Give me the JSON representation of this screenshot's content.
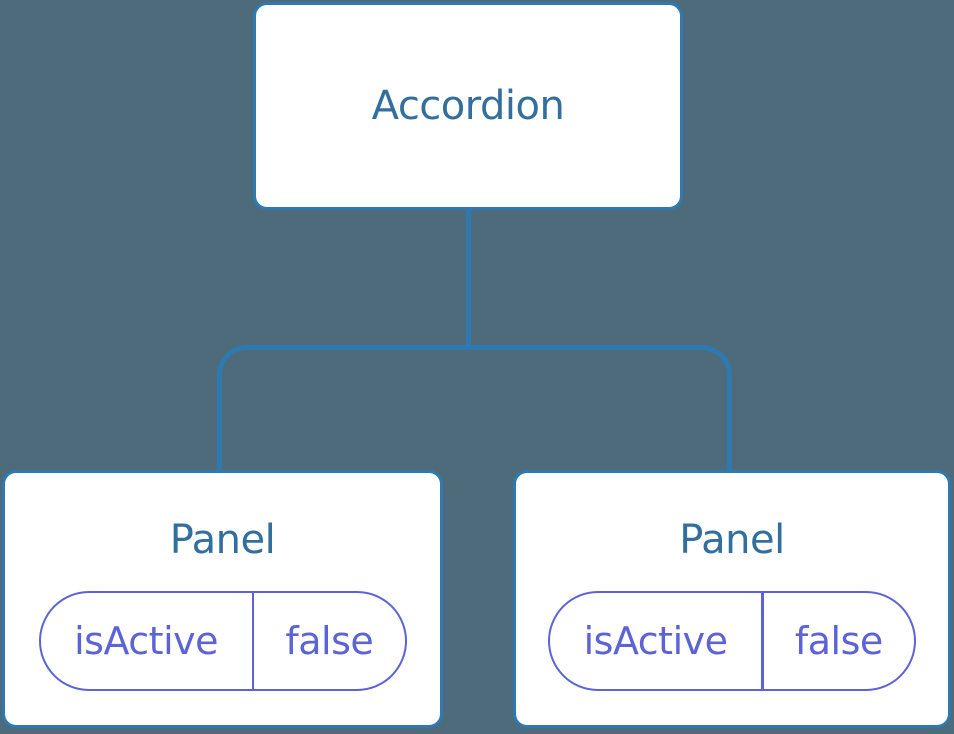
{
  "diagram": {
    "root": {
      "label": "Accordion"
    },
    "panels": [
      {
        "label": "Panel",
        "state": {
          "key": "isActive",
          "value": "false"
        }
      },
      {
        "label": "Panel",
        "state": {
          "key": "isActive",
          "value": "false"
        }
      }
    ]
  },
  "colors": {
    "background": "#4d6b7a",
    "connector": "#2e7ab0",
    "node_border": "#2e7ab0",
    "node_background": "#ffffff",
    "node_label": "#336f9e",
    "state_accent": "#5c63d6"
  }
}
